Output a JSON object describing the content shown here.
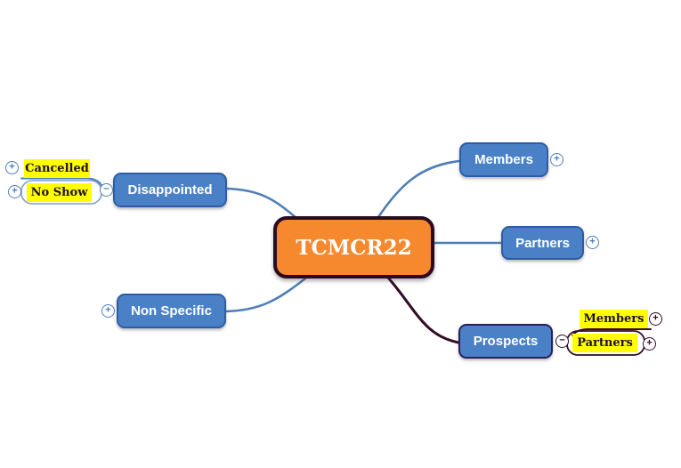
{
  "root": {
    "label": "TCMCR22"
  },
  "topics": {
    "members": {
      "label": "Members"
    },
    "partners": {
      "label": "Partners"
    },
    "prospects": {
      "label": "Prospects"
    },
    "disappointed": {
      "label": "Disappointed"
    },
    "non_specific": {
      "label": "Non Specific"
    }
  },
  "subtopics": {
    "disappointed": {
      "cancelled": {
        "label": "Cancelled"
      },
      "no_show": {
        "label": "No Show"
      }
    },
    "prospects": {
      "members": {
        "label": "Members"
      },
      "partners": {
        "label": "Partners"
      }
    }
  },
  "icons": {
    "expand_glyph": "+",
    "collapse_glyph": "−"
  },
  "colors": {
    "root_fill": "#f6892d",
    "root_border": "#2b0a22",
    "topic_fill": "#4a81c6",
    "topic_border": "#2e5da6",
    "prospects_border": "#2a1d5e",
    "branch_blue": "#4d7eb8",
    "branch_dark": "#330b26",
    "subtopic_fill": "#ffff00",
    "subtopic_text": "#1e1030",
    "capsule_border_blue": "#7f9fcb"
  }
}
